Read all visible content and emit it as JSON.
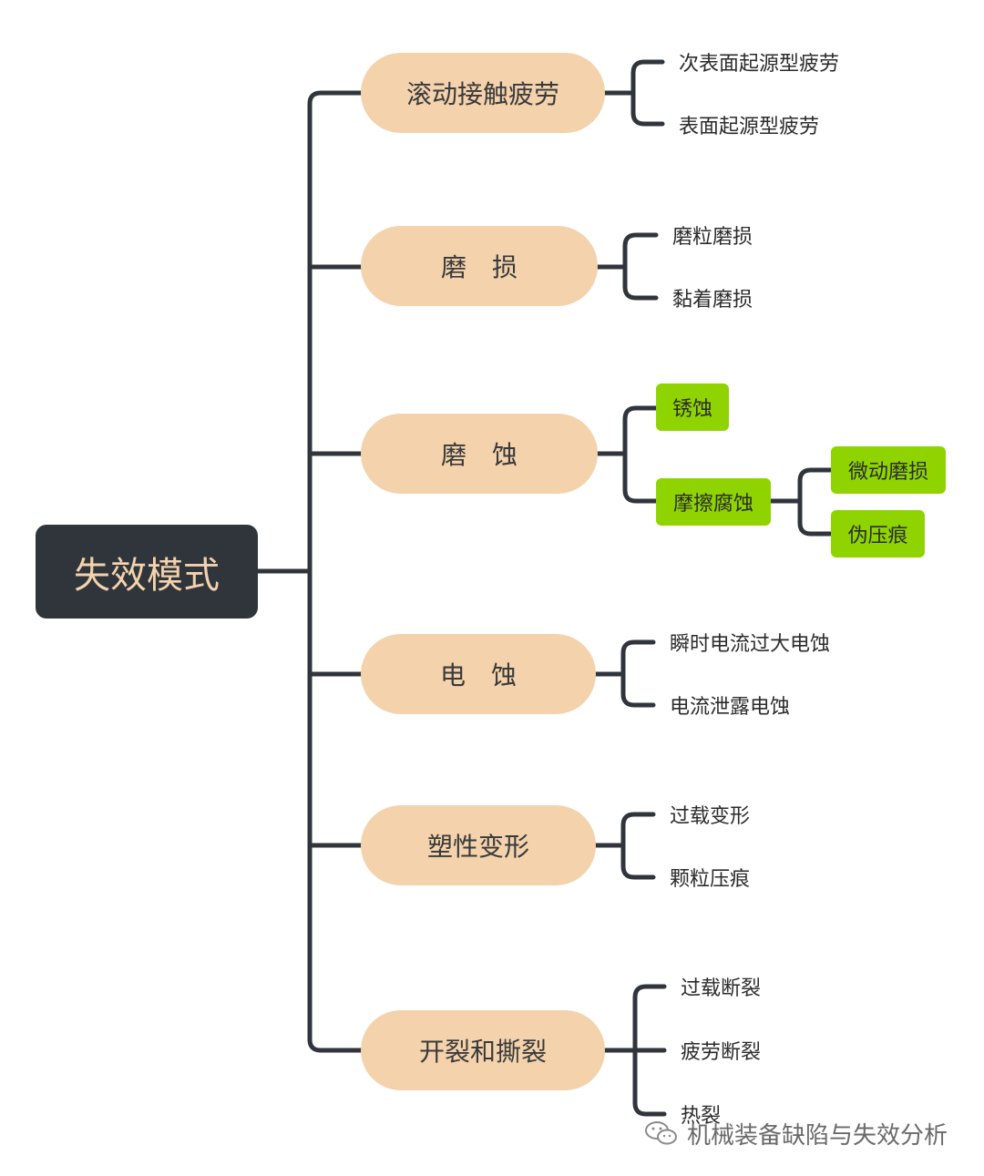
{
  "root": {
    "label": "失效模式"
  },
  "branches": [
    {
      "label": "滚动接触疲劳",
      "children": [
        "次表面起源型疲劳",
        "表面起源型疲劳"
      ]
    },
    {
      "label": "磨　损",
      "children": [
        "磨粒磨损",
        "黏着磨损"
      ]
    },
    {
      "label": "磨　蚀",
      "children": [
        "锈蚀",
        "摩擦腐蚀"
      ],
      "sub_children": [
        "微动磨损",
        "伪压痕"
      ]
    },
    {
      "label": "电　蚀",
      "children": [
        "瞬时电流过大电蚀",
        "电流泄露电蚀"
      ]
    },
    {
      "label": "塑性变形",
      "children": [
        "过载变形",
        "颗粒压痕"
      ]
    },
    {
      "label": "开裂和撕裂",
      "children": [
        "过载断裂",
        "疲劳断裂",
        "热裂"
      ]
    }
  ],
  "colors": {
    "root_fill": "#30353c",
    "root_text": "#f3d2ac",
    "branch_fill": "#f3d2ac",
    "highlight_fill": "#8fd400",
    "line": "#30353c"
  },
  "watermark": {
    "icon": "wechat-icon",
    "text": "机械装备缺陷与失效分析"
  }
}
